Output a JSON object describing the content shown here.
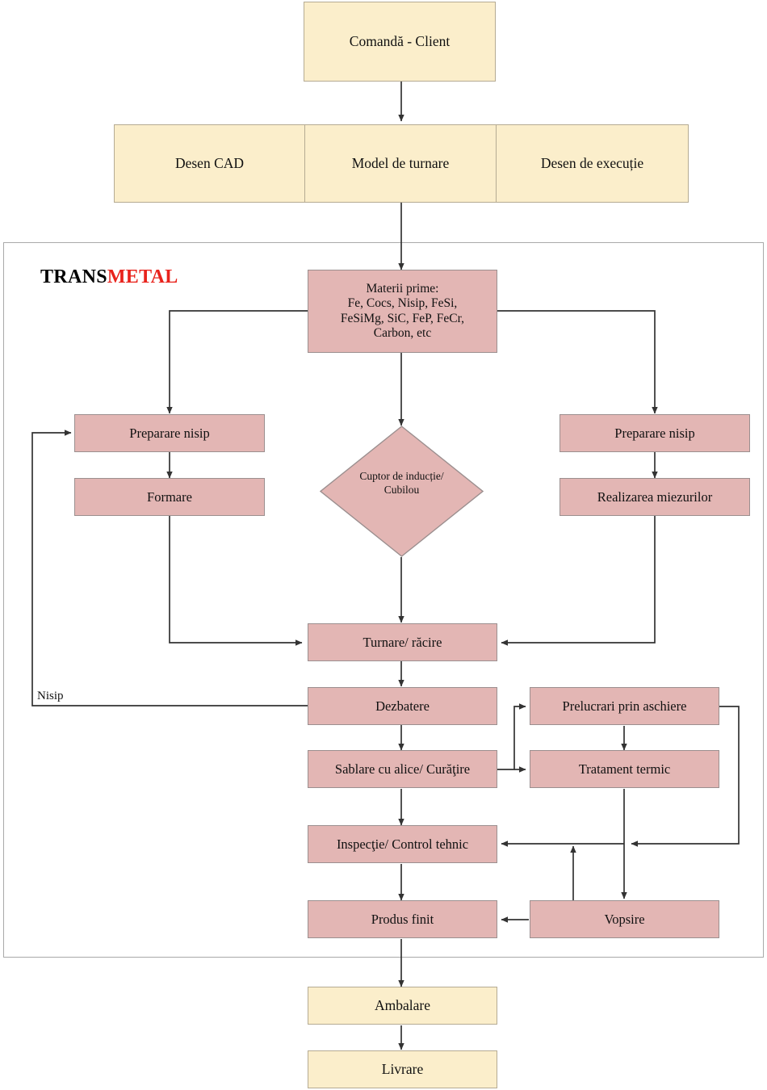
{
  "diagram": {
    "title_brand": {
      "part1": "TRANS",
      "part2": "METAL",
      "accent_color": "#e8231c"
    },
    "colors": {
      "cream_fill": "#fbeecb",
      "rose_fill": "#e3b6b4",
      "line": "#333333",
      "frame": "#a9a9a9"
    },
    "nodes": {
      "order": "Comandă - Client",
      "cad": "Desen CAD",
      "casting_model": "Model de turnare",
      "exec_drawing": "Desen de execuție",
      "raw_materials_l1": "Materii prime:",
      "raw_materials_l2": "Fe, Cocs, Nisip, FeSi,",
      "raw_materials_l3": "FeSiMg, SiC, FeP, FeCr,",
      "raw_materials_l4": "Carbon, etc",
      "sand_prep_left": "Preparare nisip",
      "molding": "Formare",
      "furnace_l1": "Cuptor de inducție/",
      "furnace_l2": "Cubilou",
      "sand_prep_right": "Preparare nisip",
      "cores": "Realizarea miezurilor",
      "pouring": "Turnare/ răcire",
      "shakeout": "Dezbatere",
      "machining": "Prelucrari prin aschiere",
      "blasting": "Sablare cu alice/ Curăţire",
      "heat_treatment": "Tratament termic",
      "inspection": "Inspecţie/ Control tehnic",
      "painting": "Vopsire",
      "finished": "Produs finit",
      "packing": "Ambalare",
      "delivery": "Livrare"
    },
    "edge_labels": {
      "sand_return": "Nisip"
    }
  }
}
